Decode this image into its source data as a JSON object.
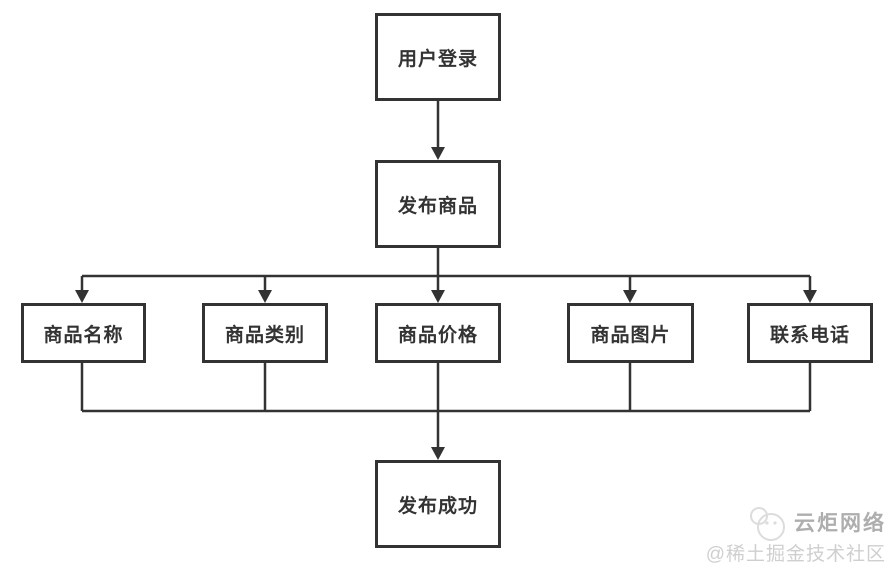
{
  "diagram": {
    "type": "flowchart",
    "nodes": {
      "user_login": {
        "label": "用户登录"
      },
      "publish_product": {
        "label": "发布商品"
      },
      "product_name": {
        "label": "商品名称"
      },
      "product_category": {
        "label": "商品类别"
      },
      "product_price": {
        "label": "商品价格"
      },
      "product_image": {
        "label": "商品图片"
      },
      "contact_phone": {
        "label": "联系电话"
      },
      "publish_success": {
        "label": "发布成功"
      }
    },
    "edges": [
      {
        "from": "用户登录",
        "to": "发布商品"
      },
      {
        "from": "发布商品",
        "to": "商品名称"
      },
      {
        "from": "发布商品",
        "to": "商品类别"
      },
      {
        "from": "发布商品",
        "to": "商品价格"
      },
      {
        "from": "发布商品",
        "to": "商品图片"
      },
      {
        "from": "发布商品",
        "to": "联系电话"
      },
      {
        "from": "商品名称",
        "to": "发布成功"
      },
      {
        "from": "商品类别",
        "to": "发布成功"
      },
      {
        "from": "商品价格",
        "to": "发布成功"
      },
      {
        "from": "商品图片",
        "to": "发布成功"
      },
      {
        "from": "联系电话",
        "to": "发布成功"
      }
    ],
    "colors": {
      "line": "#333333",
      "node_border": "#333333",
      "node_text": "#333333",
      "background": "#ffffff"
    }
  },
  "watermark": {
    "brand": "云炬网络",
    "community": "@稀土掘金技术社区",
    "brand_color": "#aeaeae",
    "community_color": "#cfcfcf"
  }
}
